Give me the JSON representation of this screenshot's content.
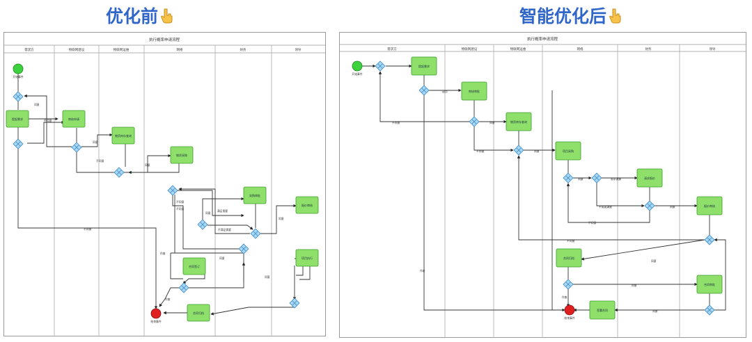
{
  "headings": {
    "before": "优化前",
    "after": "智能优化后",
    "hand_icon": "pointing-down-hand-emoji"
  },
  "colors": {
    "heading": "#2f66c8",
    "task_fill": "#8ee06a",
    "task_stroke": "#3f9a2b",
    "gateway_fill": "#a7d8f3",
    "gateway_stroke": "#3b87c4",
    "start_fill": "#3dd13d",
    "end_fill": "#e02020"
  },
  "left": {
    "title": "执行概率申请流程",
    "lanes": [
      "需求方",
      "物联网建设",
      "物联网运维",
      "网络",
      "财务",
      "领导"
    ],
    "events": {
      "start": "开始事件",
      "end": "结束事件"
    },
    "tasks": [
      "提起需求",
      "审核申请",
      "物资库存查询",
      "物资采购",
      "采购审批",
      "报价审核",
      "合同签订",
      "项目执行",
      "合同归档"
    ],
    "labels": [
      "同意",
      "不同意",
      "同意",
      "不同意",
      "同意",
      "不同意",
      "满足需要",
      "不满足需要",
      "同意",
      "不同意",
      "同意",
      "不同意",
      "同意",
      "作废",
      "同意",
      "作废"
    ]
  },
  "right": {
    "title": "执行概率申请流程",
    "lanes": [
      "需求方",
      "物联网建设",
      "物联网运维",
      "网络",
      "财务",
      "领导"
    ],
    "events": {
      "start": "开始事件",
      "end": "结束事件"
    },
    "tasks": [
      "提起需求",
      "审核审批",
      "物资库存查询",
      "项目采购",
      "请求报价",
      "报价审核",
      "合同归档",
      "合同审批",
      "签署合同"
    ],
    "labels": [
      "退回",
      "不同意",
      "同意",
      "不同意",
      "同意",
      "同意",
      "需求满意",
      "不需要满意",
      "同意",
      "不同意",
      "同意",
      "同意",
      "不同意",
      "同意",
      "作废",
      "作废"
    ]
  }
}
